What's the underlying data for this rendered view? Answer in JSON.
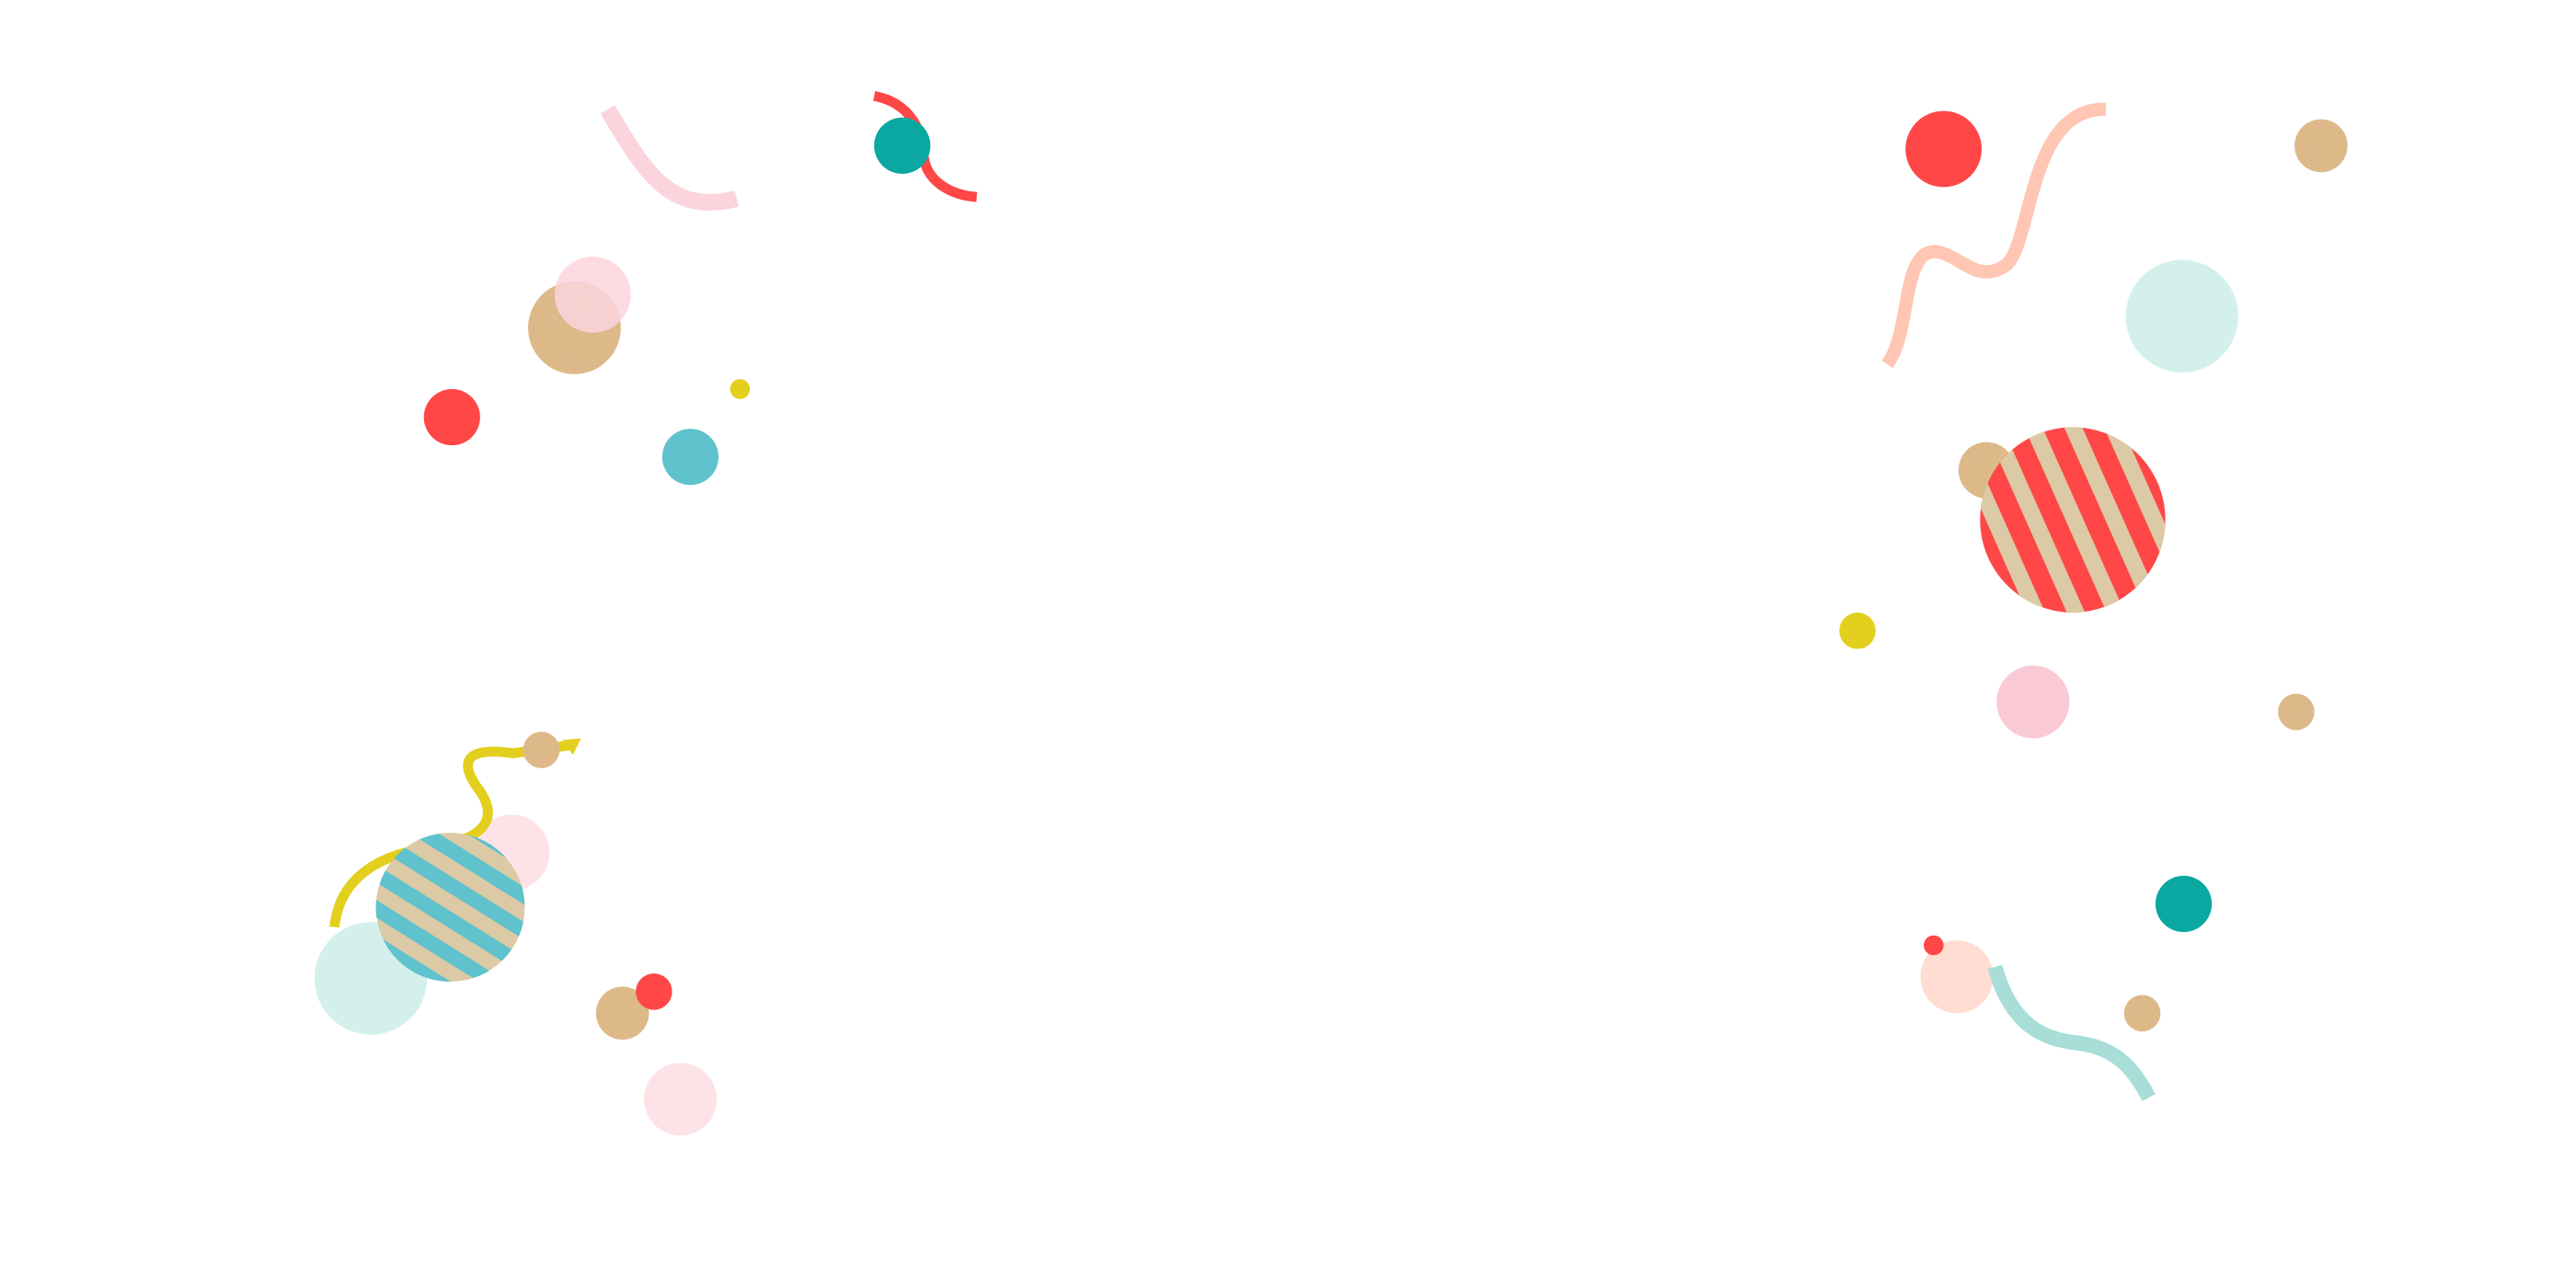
{
  "canvas": {
    "background": "#ffffff"
  },
  "palette": {
    "coral_red": "#ff4747",
    "teal": "#0aa8a0",
    "sky_teal": "#5fc2cc",
    "mint": "#d3f0ec",
    "mint_ribbon": "#a8ddd8",
    "blush": "#fbd4dd",
    "light_blush": "#fde3e8",
    "peach": "#ffc6b3",
    "peach_light": "#ffddd2",
    "yellow": "#e3cf1e",
    "gold_glitter": "#dcb583",
    "gold_glitter_dark": "#c89a5e",
    "stripe_tan": "#dcc9a5"
  },
  "decorations": {
    "type": "confetti",
    "ornaments": [
      {
        "name": "ornament-red-stripes",
        "colors": [
          "#ff4747",
          "#dcc9a5"
        ]
      },
      {
        "name": "ornament-teal-stripes",
        "colors": [
          "#5fc2cc",
          "#dcc9a5"
        ]
      }
    ]
  }
}
